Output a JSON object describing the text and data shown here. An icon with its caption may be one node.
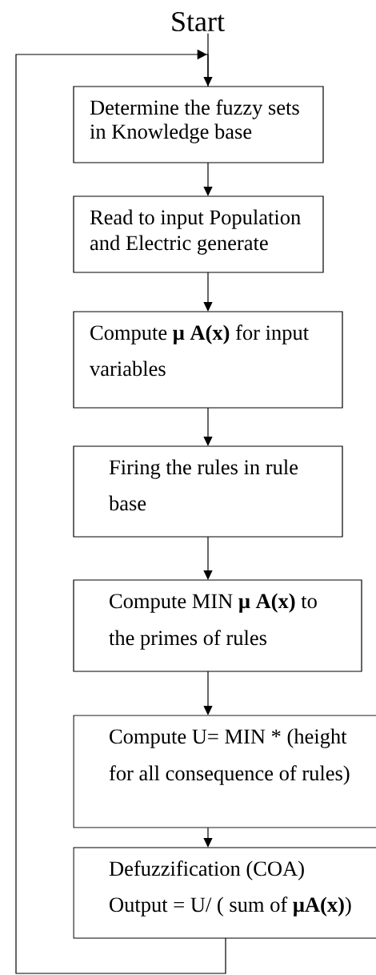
{
  "diagram": {
    "nodes": [
      {
        "text": [
          "Start"
        ]
      },
      {
        "text": [
          "Determine the fuzzy sets in Knowledge base"
        ]
      },
      {
        "text": [
          "Read to input Population and Electric generate"
        ]
      },
      {
        "text": [
          "Compute **μ A(x)** for input variables"
        ]
      },
      {
        "text": [
          "Firing the rules in rule base"
        ]
      },
      {
        "text": [
          "Compute MIN **μ A(x)** to the primes of rules"
        ]
      },
      {
        "text": [
          "Compute U= MIN * (height for all consequence of rules)"
        ]
      },
      {
        "text": [
          "Defuzzification (COA)",
          "Output = U/ ( sum of **μA(x)**)"
        ]
      }
    ],
    "edges": [
      {
        "from": 0,
        "to": 1,
        "arrow": "to"
      },
      {
        "from": 1,
        "to": 2,
        "arrow": "to"
      },
      {
        "from": 2,
        "to": 3,
        "arrow": "to"
      },
      {
        "from": 3,
        "to": 4,
        "arrow": "to"
      },
      {
        "from": 4,
        "to": 5,
        "arrow": "to"
      },
      {
        "from": 5,
        "to": 6,
        "arrow": "to"
      },
      {
        "from": 6,
        "to": 7,
        "arrow": "to"
      },
      {
        "from": 7,
        "to": 1,
        "arrow": "to"
      }
    ]
  }
}
